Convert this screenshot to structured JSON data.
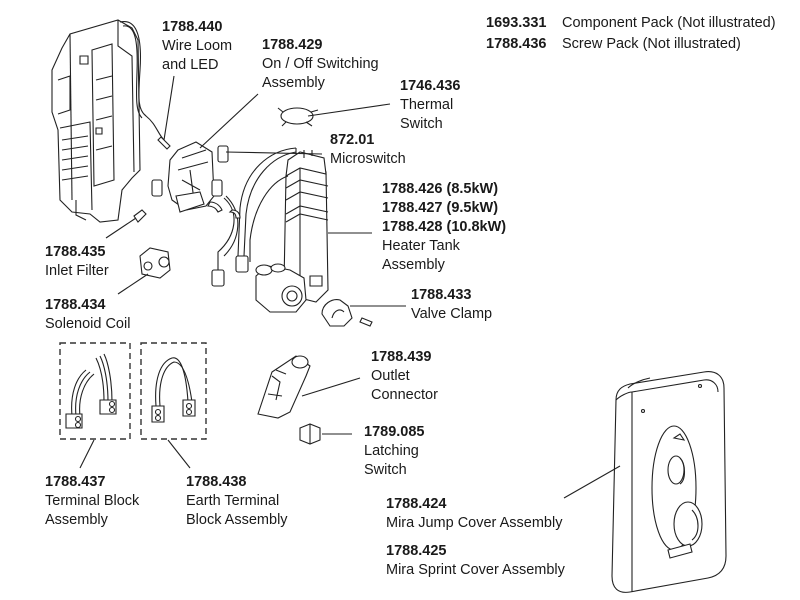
{
  "header_notes": [
    {
      "code": "1693.331",
      "description": "Component Pack (Not illustrated)"
    },
    {
      "code": "1788.436",
      "description": "Screw Pack (Not illustrated)"
    }
  ],
  "parts": {
    "wire_loom": {
      "code": "1788.440",
      "lines": [
        "Wire Loom",
        "and LED"
      ]
    },
    "on_off_switching": {
      "code": "1788.429",
      "lines": [
        "On / Off Switching",
        "Assembly"
      ]
    },
    "thermal_switch": {
      "code": "1746.436",
      "lines": [
        "Thermal",
        "Switch"
      ]
    },
    "microswitch": {
      "code": "872.01",
      "lines": [
        "Microswitch"
      ]
    },
    "heater_tank": {
      "codes": [
        "1788.426 (8.5kW)",
        "1788.427 (9.5kW)",
        "1788.428 (10.8kW)"
      ],
      "lines": [
        "Heater Tank",
        "Assembly"
      ]
    },
    "inlet_filter": {
      "code": "1788.435",
      "lines": [
        "Inlet Filter"
      ]
    },
    "solenoid_coil": {
      "code": "1788.434",
      "lines": [
        "Solenoid Coil"
      ]
    },
    "valve_clamp": {
      "code": "1788.433",
      "lines": [
        "Valve Clamp"
      ]
    },
    "outlet_connector": {
      "code": "1788.439",
      "lines": [
        "Outlet",
        "Connector"
      ]
    },
    "latching_switch": {
      "code": "1789.085",
      "lines": [
        "Latching",
        "Switch"
      ]
    },
    "terminal_block": {
      "code": "1788.437",
      "lines": [
        "Terminal Block",
        "Assembly"
      ]
    },
    "earth_terminal_block": {
      "code": "1788.438",
      "lines": [
        "Earth Terminal",
        "Block Assembly"
      ]
    },
    "jump_cover": {
      "code": "1788.424",
      "lines": [
        "Mira Jump Cover Assembly"
      ]
    },
    "sprint_cover": {
      "code": "1788.425",
      "lines": [
        "Mira Sprint Cover Assembly"
      ]
    }
  }
}
